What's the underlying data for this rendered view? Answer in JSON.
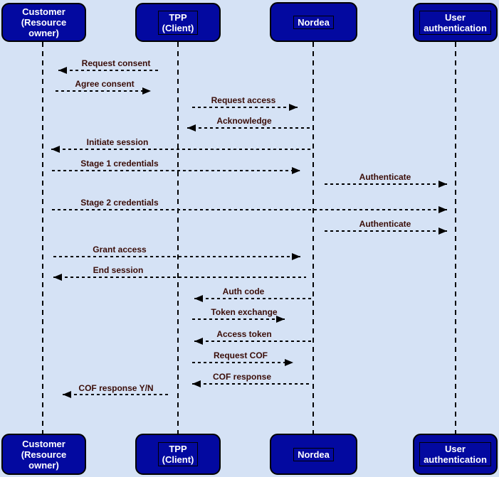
{
  "palette": {
    "background": "#d5e2f5",
    "actor_fill": "#0309a0",
    "actor_border": "#000000",
    "actor_text": "#ffffff",
    "message_text": "#3a0d08",
    "line": "#000000"
  },
  "actors": [
    {
      "id": "customer",
      "label": "Customer\n(Resource\nowner)"
    },
    {
      "id": "tpp",
      "label": "TPP\n(Client)"
    },
    {
      "id": "nordea",
      "label": "Nordea"
    },
    {
      "id": "userauth",
      "label": "User\nauthentication"
    }
  ],
  "messages": [
    {
      "label": "Request consent",
      "from": "tpp",
      "to": "customer"
    },
    {
      "label": "Agree consent",
      "from": "customer",
      "to": "tpp"
    },
    {
      "label": "Request access",
      "from": "tpp",
      "to": "nordea"
    },
    {
      "label": "Acknowledge",
      "from": "nordea",
      "to": "tpp"
    },
    {
      "label": "Initiate session",
      "from": "nordea",
      "to": "customer"
    },
    {
      "label": "Stage 1 credentials",
      "from": "customer",
      "to": "nordea"
    },
    {
      "label": "Authenticate",
      "from": "nordea",
      "to": "userauth"
    },
    {
      "label": "Stage 2 credentials",
      "from": "customer",
      "to": "userauth"
    },
    {
      "label": "Authenticate",
      "from": "nordea",
      "to": "userauth"
    },
    {
      "label": "Grant access",
      "from": "customer",
      "to": "nordea"
    },
    {
      "label": "End session",
      "from": "nordea",
      "to": "customer"
    },
    {
      "label": "Auth code",
      "from": "nordea",
      "to": "tpp"
    },
    {
      "label": "Token exchange",
      "from": "tpp",
      "to": "nordea"
    },
    {
      "label": "Access token",
      "from": "nordea",
      "to": "tpp"
    },
    {
      "label": "Request COF",
      "from": "tpp",
      "to": "nordea"
    },
    {
      "label": "COF response",
      "from": "nordea",
      "to": "tpp"
    },
    {
      "label": "COF response Y/N",
      "from": "tpp",
      "to": "customer"
    }
  ]
}
